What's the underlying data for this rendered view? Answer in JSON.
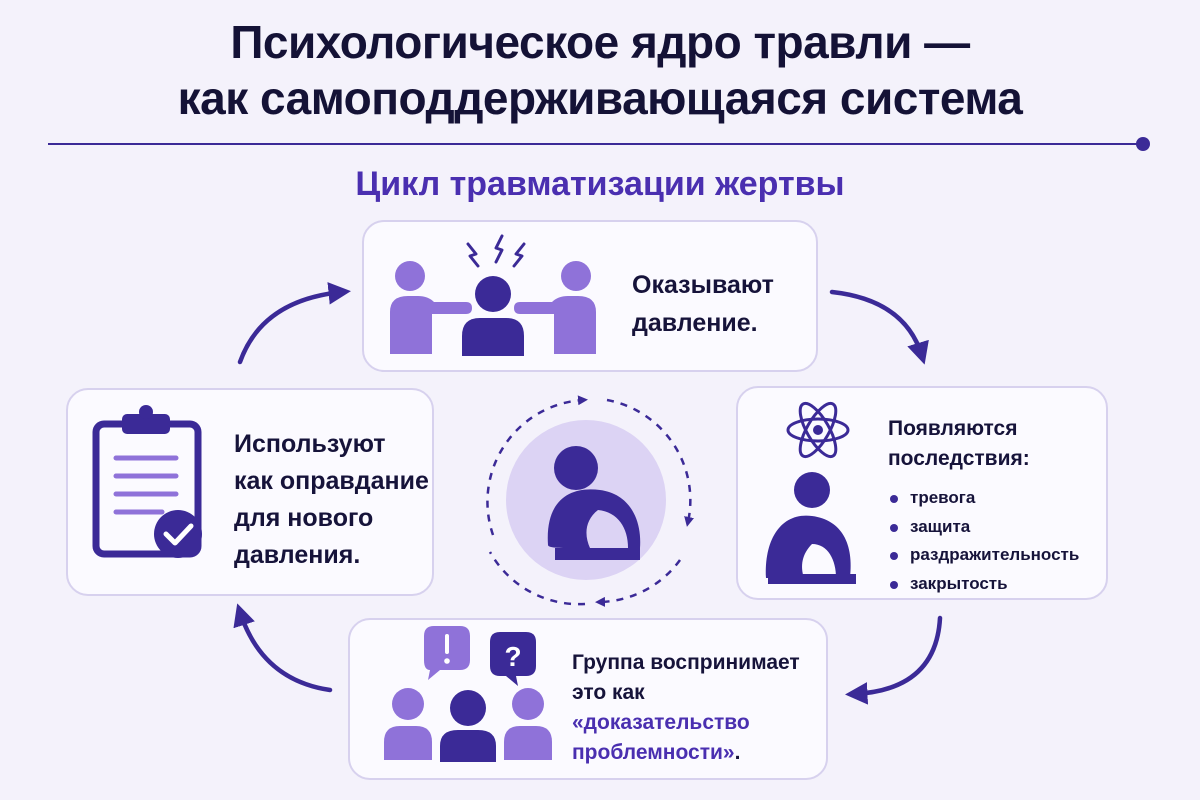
{
  "title": {
    "line1": "Психологическое ядро травли —",
    "line2": "как самоподдерживающаяся система"
  },
  "subtitle": "Цикл травматизации жертвы",
  "colors": {
    "dark": "#3b2a97",
    "medium": "#8f72d9",
    "light": "#dcd3f4",
    "accent": "#4a2fb0",
    "text": "#16133a"
  },
  "steps": {
    "pressure": {
      "line1": "Оказывают",
      "line2": "давление.",
      "icon": "pointing-people-icon"
    },
    "consequences": {
      "heading_line1": "Появляются",
      "heading_line2": "последствия:",
      "items": [
        "тревога",
        "защита",
        "раздражительность",
        "закрытость"
      ],
      "icon": "stressed-person-icon"
    },
    "group": {
      "line1": "Группа воспринимает",
      "line2": "это как",
      "line3": "«доказательство",
      "line4": "проблемности».",
      "icon": "questioning-group-icon"
    },
    "justification": {
      "line1": "Используют",
      "line2": "как оправдание",
      "line3": "для нового",
      "line4": "давления.",
      "icon": "clipboard-check-icon"
    }
  },
  "center": {
    "icon": "victim-hugging-knees-icon"
  }
}
